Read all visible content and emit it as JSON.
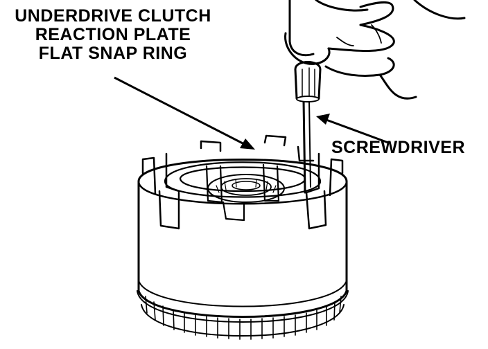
{
  "labels": {
    "snap_ring_line1": "UNDERDRIVE CLUTCH",
    "snap_ring_line2": "REACTION PLATE",
    "snap_ring_line3": "FLAT SNAP RING",
    "screwdriver": "SCREWDRIVER"
  },
  "colors": {
    "ink": "#000000",
    "paper": "#ffffff"
  }
}
